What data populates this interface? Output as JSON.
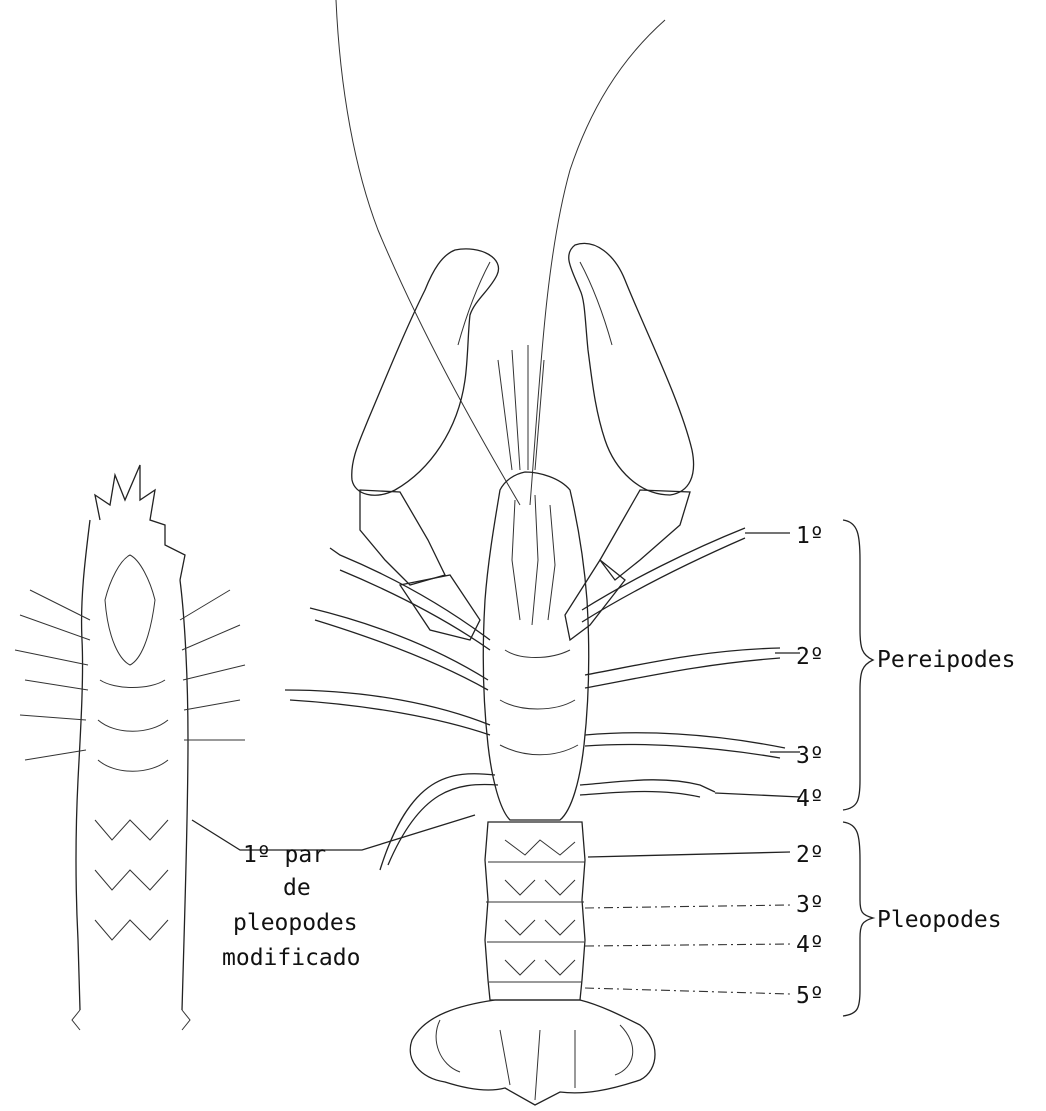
{
  "labels": {
    "pereipodes": {
      "first": "1º",
      "first_sup": "º",
      "second": "2º",
      "third": "3º",
      "fourth": "4º",
      "group": "Pereipodes"
    },
    "pleopodes": {
      "second": "2º",
      "third": "3º",
      "fourth": "4º",
      "fifth": "5º",
      "group": "Pleopodes"
    },
    "first_pair": {
      "line1": "1º par",
      "line2": "de",
      "line3": "pleopodes",
      "line4": "modificado"
    }
  },
  "colors": {
    "ink": "#222222",
    "background": "#ffffff"
  }
}
